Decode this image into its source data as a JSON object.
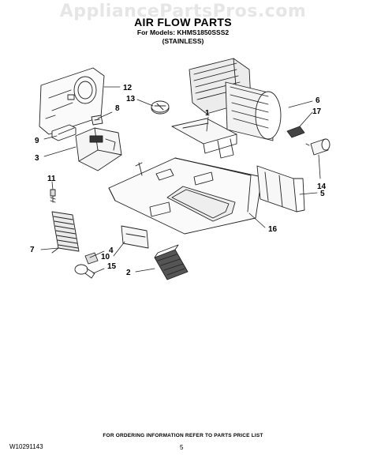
{
  "watermark": "AppliancePartsPros.com",
  "header": {
    "title": "AIR FLOW PARTS",
    "models": "For Models: KHMS1850SSS2",
    "finish": "(STAINLESS)"
  },
  "callouts": [
    {
      "num": "1"
    },
    {
      "num": "2"
    },
    {
      "num": "3"
    },
    {
      "num": "4"
    },
    {
      "num": "5"
    },
    {
      "num": "6"
    },
    {
      "num": "7"
    },
    {
      "num": "8"
    },
    {
      "num": "9"
    },
    {
      "num": "10"
    },
    {
      "num": "11"
    },
    {
      "num": "12"
    },
    {
      "num": "13"
    },
    {
      "num": "14"
    },
    {
      "num": "15"
    },
    {
      "num": "16"
    },
    {
      "num": "17"
    }
  ],
  "footer": {
    "note": "FOR ORDERING INFORMATION REFER TO PARTS PRICE LIST",
    "doc_number": "W10291143",
    "page_number": "5"
  }
}
